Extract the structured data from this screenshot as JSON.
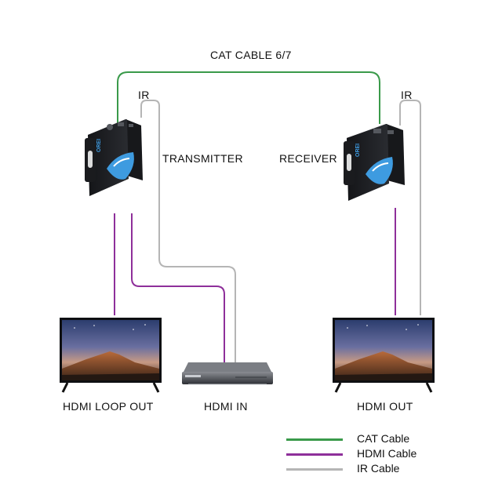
{
  "labels": {
    "cat_cable": "CAT CABLE 6/7",
    "ir_left": "IR",
    "ir_right": "IR",
    "transmitter": "TRANSMITTER",
    "receiver": "RECEIVER",
    "hdmi_loop_out": "HDMI LOOP OUT",
    "hdmi_in": "HDMI IN",
    "hdmi_out": "HDMI OUT"
  },
  "device_brand": "OREI",
  "legend": [
    {
      "label": "CAT Cable",
      "color": "#3a9a4a"
    },
    {
      "label": "HDMI Cable",
      "color": "#8e2f9a"
    },
    {
      "label": "IR Cable",
      "color": "#b5b5b5"
    }
  ],
  "colors": {
    "cat": "#3a9a4a",
    "hdmi": "#8e2f9a",
    "ir": "#b5b5b5",
    "device_body": "#1e1f22",
    "device_accent": "#3e9be0"
  }
}
